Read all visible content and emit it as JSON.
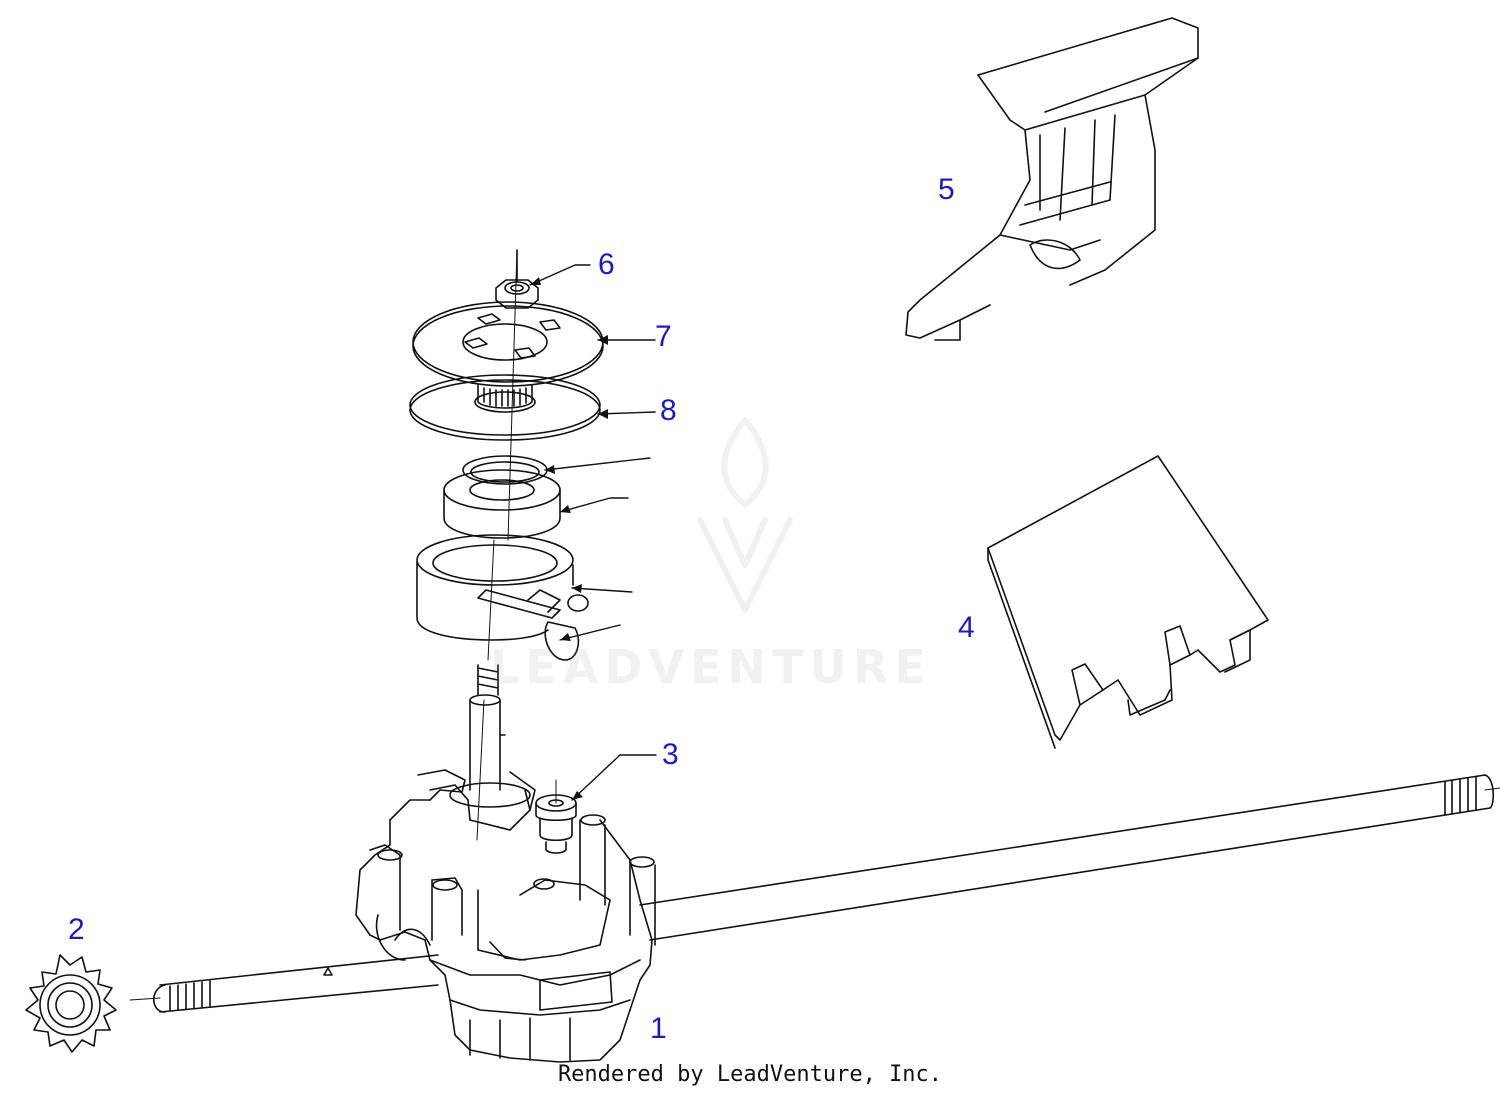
{
  "diagram": {
    "labels": [
      {
        "id": "1",
        "text": "1"
      },
      {
        "id": "2",
        "text": "2"
      },
      {
        "id": "3",
        "text": "3"
      },
      {
        "id": "4",
        "text": "4"
      },
      {
        "id": "5",
        "text": "5"
      },
      {
        "id": "6",
        "text": "6"
      },
      {
        "id": "7",
        "text": "7"
      },
      {
        "id": "8",
        "text": "8"
      }
    ],
    "credit": "Rendered by LeadVenture, Inc.",
    "watermark": "LEADVENTURE"
  },
  "colors": {
    "label": "#1a1ac8",
    "line": "#111111",
    "watermark": "#9a9a9a"
  }
}
